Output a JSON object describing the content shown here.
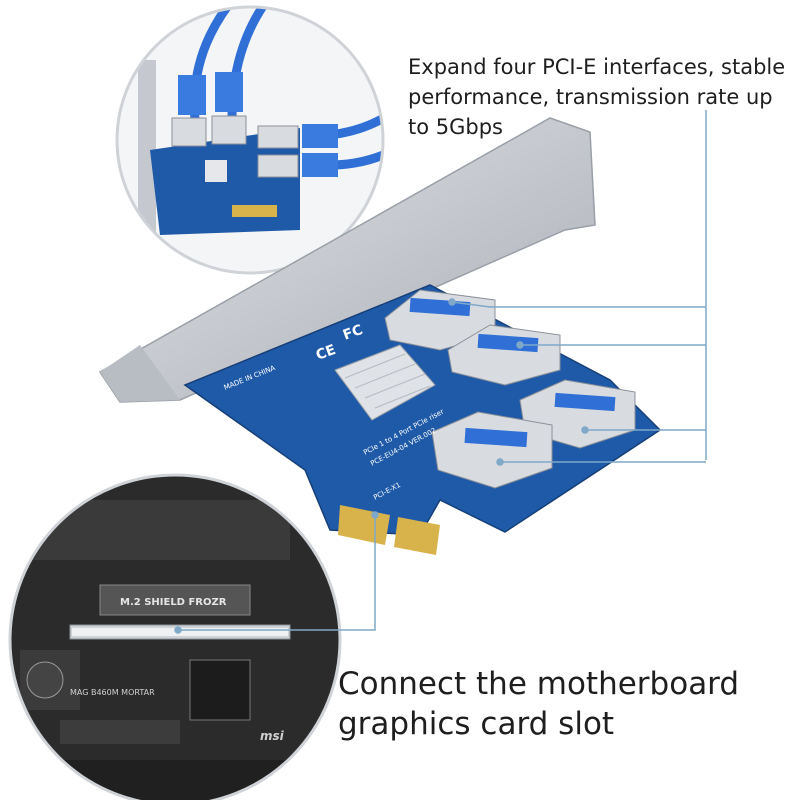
{
  "captions": {
    "top_lines": [
      "Expand four PCI-E interfaces, stable",
      "performance, transmission rate up",
      "to 5Gbps"
    ],
    "bottom_lines": [
      "Connect the motherboard",
      "graphics card slot"
    ]
  },
  "product_markings": {
    "fcc": "FC",
    "ce": "CE",
    "made_in": "MADE IN CHINA",
    "model_line1": "PCIe 1 to 4 Port PCIe riser",
    "model_line2": "PCE-EU4-04 VER.002",
    "slot": "PCI-E-X1"
  },
  "motherboard_markings": {
    "shield": "M.2 SHIELD FROZR",
    "model": "MAG B460M MORTAR",
    "brand": "msi"
  },
  "colors": {
    "pcb_blue": "#1f5aa8",
    "usb_blue": "#2f6fd6",
    "bracket_silver": "#c9ccd2",
    "callout_line": "#7fa8c9",
    "gold_contact": "#d8b24a",
    "board_dark": "#2b2b2b"
  }
}
